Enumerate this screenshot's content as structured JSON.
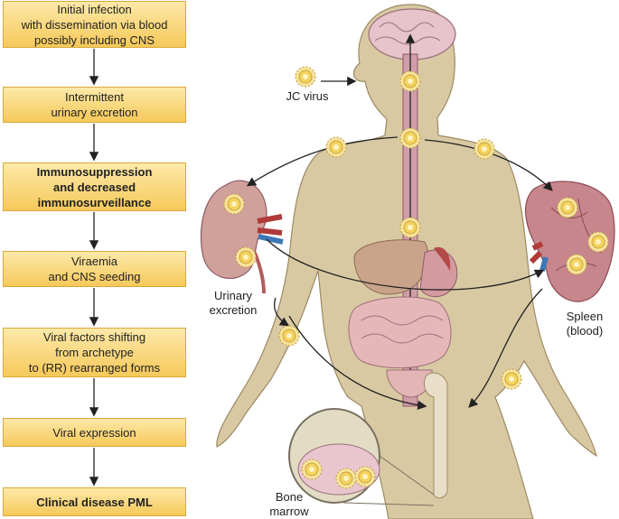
{
  "flow": {
    "steps": [
      {
        "text": "Initial infection\nwith dissemination via blood\npossibly including CNS",
        "bold": false
      },
      {
        "text": "Intermittent\nurinary excretion",
        "bold": false
      },
      {
        "text": "Immunosuppression\nand decreased\nimmunosurveillance",
        "bold": true
      },
      {
        "text": "Viraemia\nand CNS seeding",
        "bold": false
      },
      {
        "text": "Viral factors shifting\nfrom archetype\nto (RR) rearranged forms",
        "bold": false
      },
      {
        "text": "Viral expression",
        "bold": false
      },
      {
        "text": "Clinical disease PML",
        "bold": true
      }
    ]
  },
  "labels": {
    "jc_virus": "JC virus",
    "urinary": "Urinary\nexcretion",
    "spleen": "Spleen\n(blood)",
    "bone_marrow": "Bone\nmarrow"
  },
  "colors": {
    "box_top": "#fde9a9",
    "box_bottom": "#f6c95a",
    "skin": "#d9c9a3",
    "virus": "#f4d35e",
    "organ_red": "#a8454f"
  }
}
